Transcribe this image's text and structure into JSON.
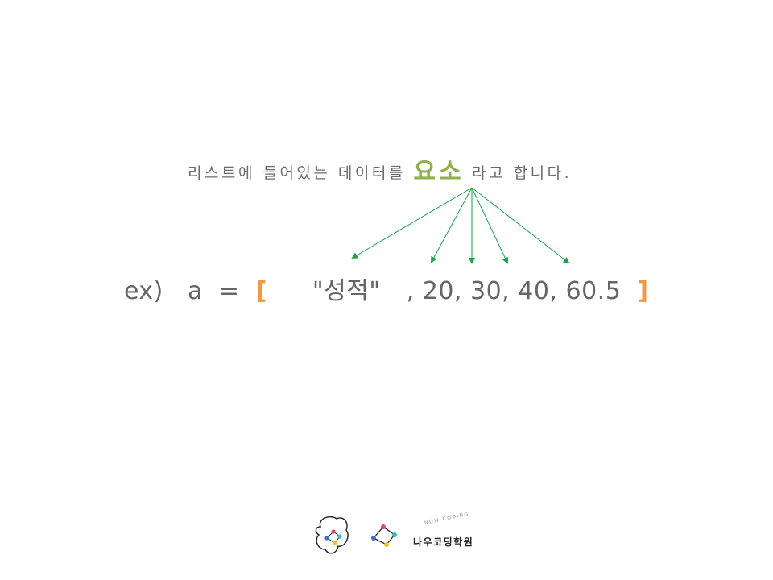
{
  "caption": {
    "prefix": "리스트에 들어있는 데이터를",
    "highlight": "요소",
    "suffix": "라고 합니다."
  },
  "example": {
    "ex_label": "ex)",
    "var_name": "a",
    "equals": "=",
    "open_bracket": "[",
    "string_element": "\"성적\"",
    "rest_elements": ", 20, 30, 40, 60.5",
    "close_bracket": "]"
  },
  "logo": {
    "name": "나우코딩학원",
    "tagline": "NOW CODING"
  },
  "colors": {
    "accent_green": "#8fb04b",
    "arrow_green": "#1aa34a",
    "bracket_orange": "#f19a42",
    "text_gray": "#666666"
  }
}
